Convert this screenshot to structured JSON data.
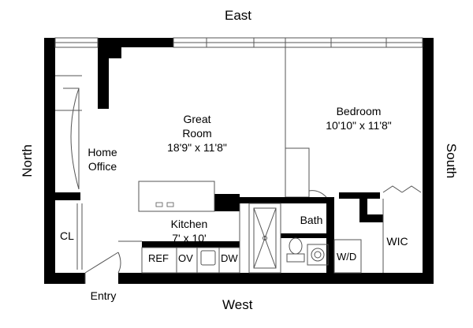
{
  "compass": {
    "top": "East",
    "bottom": "West",
    "left": "North",
    "right": "South"
  },
  "rooms": {
    "great_room": {
      "name_line1": "Great",
      "name_line2": "Room",
      "dims": "18'9\" x 11'8\""
    },
    "bedroom": {
      "name": "Bedroom",
      "dims": "10'10\" x 11'8\""
    },
    "home_office": {
      "name_line1": "Home",
      "name_line2": "Office"
    },
    "kitchen": {
      "name": "Kitchen",
      "dims": "7' x 10'"
    },
    "bath": {
      "name": "Bath"
    },
    "wic": {
      "name": "WIC"
    },
    "closet": {
      "name": "CL"
    },
    "entry": {
      "name": "Entry"
    }
  },
  "fixtures": {
    "ref": "REF",
    "ov": "OV",
    "dw": "DW",
    "wd": "W/D"
  },
  "colors": {
    "wall": "#000000",
    "thin_line": "#555555",
    "background": "#ffffff"
  }
}
